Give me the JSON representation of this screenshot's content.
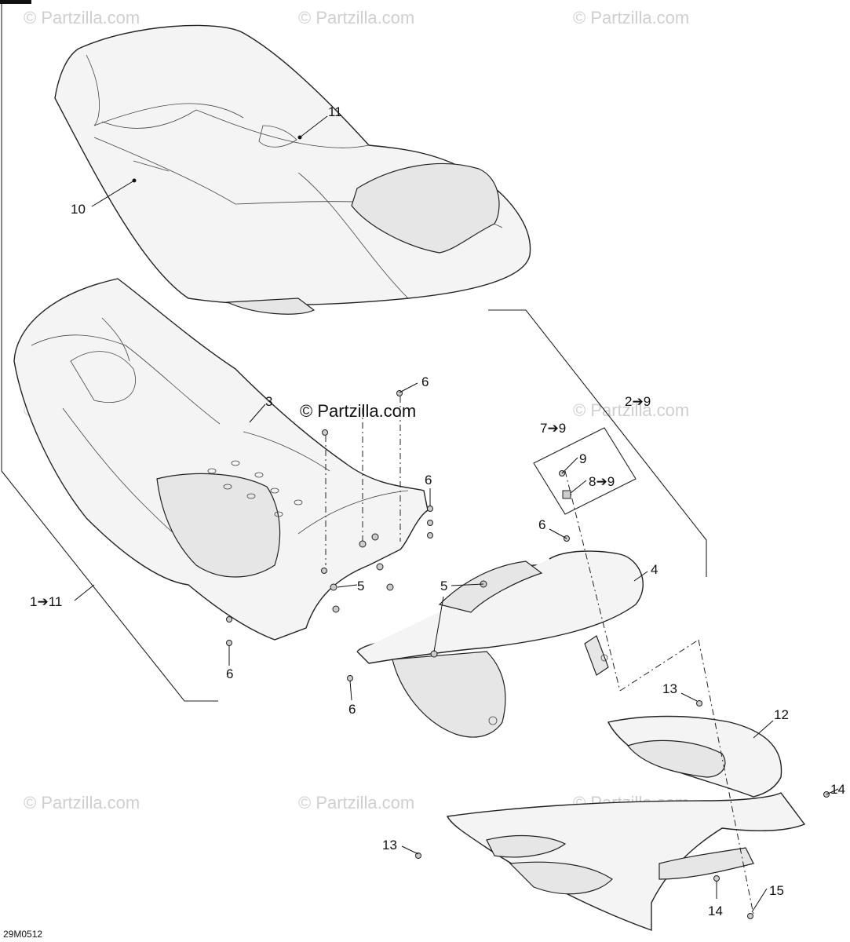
{
  "watermarks": {
    "text": "© Partzilla.com",
    "main": "© Partzilla.com"
  },
  "diagram_code": "29M0512",
  "callouts": [
    {
      "id": "c1",
      "label": "11"
    },
    {
      "id": "c2",
      "label": "10"
    },
    {
      "id": "c3",
      "label": "6"
    },
    {
      "id": "c4",
      "label": "3"
    },
    {
      "id": "c5",
      "label": "2➔9"
    },
    {
      "id": "c6",
      "label": "7➔9"
    },
    {
      "id": "c7",
      "label": "9"
    },
    {
      "id": "c8",
      "label": "8➔9"
    },
    {
      "id": "c9",
      "label": "6"
    },
    {
      "id": "c10",
      "label": "6"
    },
    {
      "id": "c11",
      "label": "4"
    },
    {
      "id": "c12",
      "label": "5"
    },
    {
      "id": "c13",
      "label": "5"
    },
    {
      "id": "c14",
      "label": "1➔11"
    },
    {
      "id": "c15",
      "label": "6"
    },
    {
      "id": "c16",
      "label": "6"
    },
    {
      "id": "c17",
      "label": "13"
    },
    {
      "id": "c18",
      "label": "12"
    },
    {
      "id": "c19",
      "label": "14"
    },
    {
      "id": "c20",
      "label": "13"
    },
    {
      "id": "c21",
      "label": "14"
    },
    {
      "id": "c22",
      "label": "15"
    }
  ]
}
